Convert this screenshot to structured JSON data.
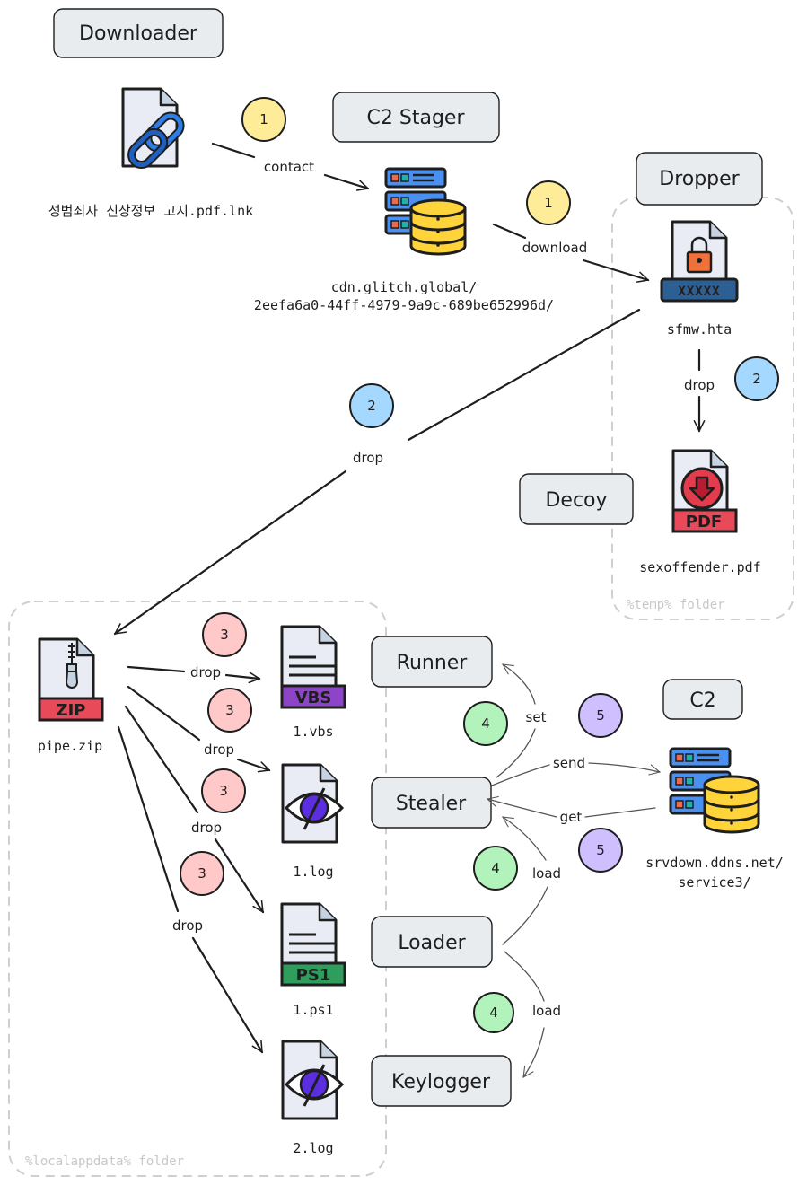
{
  "groups": {
    "downloader": "Downloader",
    "c2_stager": "C2 Stager",
    "dropper": "Dropper",
    "decoy": "Decoy",
    "runner": "Runner",
    "stealer": "Stealer",
    "loader": "Loader",
    "keylogger": "Keylogger",
    "c2": "C2"
  },
  "folders": {
    "temp": "%temp% folder",
    "localappdata": "%localappdata% folder"
  },
  "files": {
    "lnk": "성범죄자 신상정보 고지.pdf.lnk",
    "stager_line1": "cdn.glitch.global/",
    "stager_line2": "2eefa6a0-44ff-4979-9a9c-689be652996d/",
    "hta": "sfmw.hta",
    "pdf": "sexoffender.pdf",
    "zip": "pipe.zip",
    "vbs": "1.vbs",
    "log1": "1.log",
    "ps1": "1.ps1",
    "log2": "2.log",
    "c2_line1": "srvdown.ddns.net/",
    "c2_line2": "service3/"
  },
  "icon_labels": {
    "hta_mask": "XXXXX",
    "pdf": "PDF",
    "zip": "ZIP",
    "vbs": "VBS",
    "ps1": "PS1"
  },
  "edges": {
    "contact": "contact",
    "download": "download",
    "drop_pdf": "drop",
    "drop_zip": "drop",
    "drop_vbs": "drop",
    "drop_log1": "drop",
    "drop_ps1": "drop",
    "drop_log2": "drop",
    "set": "set",
    "send": "send",
    "get": "get",
    "load_stealer": "load",
    "load_keylogger": "load"
  },
  "badges": {
    "b1a": "1",
    "b1b": "1",
    "b2a": "2",
    "b2b": "2",
    "b3a": "3",
    "b3b": "3",
    "b3c": "3",
    "b3d": "3",
    "b4a": "4",
    "b4b": "4",
    "b4c": "4",
    "b5a": "5",
    "b5b": "5"
  },
  "colors": {
    "step1": "#ffec99",
    "step2": "#a5d8ff",
    "step3": "#ffc9c9",
    "step4": "#b2f2bb",
    "step5": "#d0bfff"
  }
}
